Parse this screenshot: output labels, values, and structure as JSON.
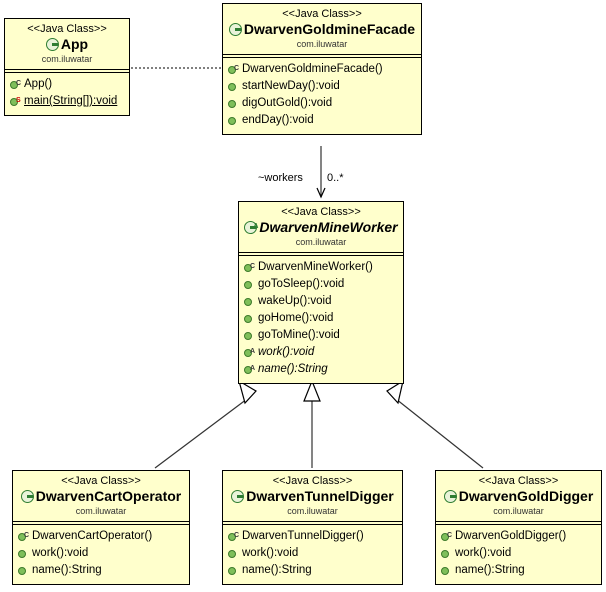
{
  "diagram": {
    "type": "uml-class-diagram",
    "stereotype_label": "<<Java Class>>",
    "package": "com.iluwatar",
    "colors": {
      "class_fill": "#ffffcc",
      "class_border": "#000000",
      "icon_green": "#2e7d32",
      "method_ball": "#7fbf5a",
      "static_marker": "#cc0000",
      "background": "#ffffff"
    }
  },
  "classes": {
    "app": {
      "stereotype": "<<Java Class>>",
      "name": "App",
      "package": "com.iluwatar",
      "abstract": false,
      "members": [
        {
          "label": "App()",
          "kind": "constructor",
          "marker": "C",
          "abstract": false,
          "static": false
        },
        {
          "label": "main(String[]):void",
          "kind": "method",
          "marker": "S",
          "abstract": false,
          "static": true
        }
      ]
    },
    "facade": {
      "stereotype": "<<Java Class>>",
      "name": "DwarvenGoldmineFacade",
      "package": "com.iluwatar",
      "abstract": false,
      "members": [
        {
          "label": "DwarvenGoldmineFacade()",
          "kind": "constructor",
          "marker": "C",
          "abstract": false,
          "static": false
        },
        {
          "label": "startNewDay():void",
          "kind": "method",
          "marker": "",
          "abstract": false,
          "static": false
        },
        {
          "label": "digOutGold():void",
          "kind": "method",
          "marker": "",
          "abstract": false,
          "static": false
        },
        {
          "label": "endDay():void",
          "kind": "method",
          "marker": "",
          "abstract": false,
          "static": false
        }
      ]
    },
    "worker": {
      "stereotype": "<<Java Class>>",
      "name": "DwarvenMineWorker",
      "package": "com.iluwatar",
      "abstract": true,
      "members": [
        {
          "label": "DwarvenMineWorker()",
          "kind": "constructor",
          "marker": "C",
          "abstract": false,
          "static": false
        },
        {
          "label": "goToSleep():void",
          "kind": "method",
          "marker": "",
          "abstract": false,
          "static": false
        },
        {
          "label": "wakeUp():void",
          "kind": "method",
          "marker": "",
          "abstract": false,
          "static": false
        },
        {
          "label": "goHome():void",
          "kind": "method",
          "marker": "",
          "abstract": false,
          "static": false
        },
        {
          "label": "goToMine():void",
          "kind": "method",
          "marker": "",
          "abstract": false,
          "static": false
        },
        {
          "label": "work():void",
          "kind": "method",
          "marker": "A",
          "abstract": true,
          "static": false
        },
        {
          "label": "name():String",
          "kind": "method",
          "marker": "A",
          "abstract": true,
          "static": false
        }
      ]
    },
    "cart_operator": {
      "stereotype": "<<Java Class>>",
      "name": "DwarvenCartOperator",
      "package": "com.iluwatar",
      "abstract": false,
      "members": [
        {
          "label": "DwarvenCartOperator()",
          "kind": "constructor",
          "marker": "C",
          "abstract": false,
          "static": false
        },
        {
          "label": "work():void",
          "kind": "method",
          "marker": "",
          "abstract": false,
          "static": false
        },
        {
          "label": "name():String",
          "kind": "method",
          "marker": "",
          "abstract": false,
          "static": false
        }
      ]
    },
    "tunnel_digger": {
      "stereotype": "<<Java Class>>",
      "name": "DwarvenTunnelDigger",
      "package": "com.iluwatar",
      "abstract": false,
      "members": [
        {
          "label": "DwarvenTunnelDigger()",
          "kind": "constructor",
          "marker": "C",
          "abstract": false,
          "static": false
        },
        {
          "label": "work():void",
          "kind": "method",
          "marker": "",
          "abstract": false,
          "static": false
        },
        {
          "label": "name():String",
          "kind": "method",
          "marker": "",
          "abstract": false,
          "static": false
        }
      ]
    },
    "gold_digger": {
      "stereotype": "<<Java Class>>",
      "name": "DwarvenGoldDigger",
      "package": "com.iluwatar",
      "abstract": false,
      "members": [
        {
          "label": "DwarvenGoldDigger()",
          "kind": "constructor",
          "marker": "C",
          "abstract": false,
          "static": false
        },
        {
          "label": "work():void",
          "kind": "method",
          "marker": "",
          "abstract": false,
          "static": false
        },
        {
          "label": "name():String",
          "kind": "method",
          "marker": "",
          "abstract": false,
          "static": false
        }
      ]
    }
  },
  "relationships": {
    "dependency_app_facade": {
      "from": "App",
      "to": "DwarvenGoldmineFacade",
      "style": "dashed",
      "arrow": "open"
    },
    "association_facade_worker": {
      "from": "DwarvenGoldmineFacade",
      "to": "DwarvenMineWorker",
      "style": "solid",
      "arrow": "open",
      "role_label": "~workers",
      "multiplicity": "0..*"
    },
    "generalizations": [
      {
        "from": "DwarvenCartOperator",
        "to": "DwarvenMineWorker",
        "arrow": "hollow-triangle"
      },
      {
        "from": "DwarvenTunnelDigger",
        "to": "DwarvenMineWorker",
        "arrow": "hollow-triangle"
      },
      {
        "from": "DwarvenGoldDigger",
        "to": "DwarvenMineWorker",
        "arrow": "hollow-triangle"
      }
    ]
  }
}
